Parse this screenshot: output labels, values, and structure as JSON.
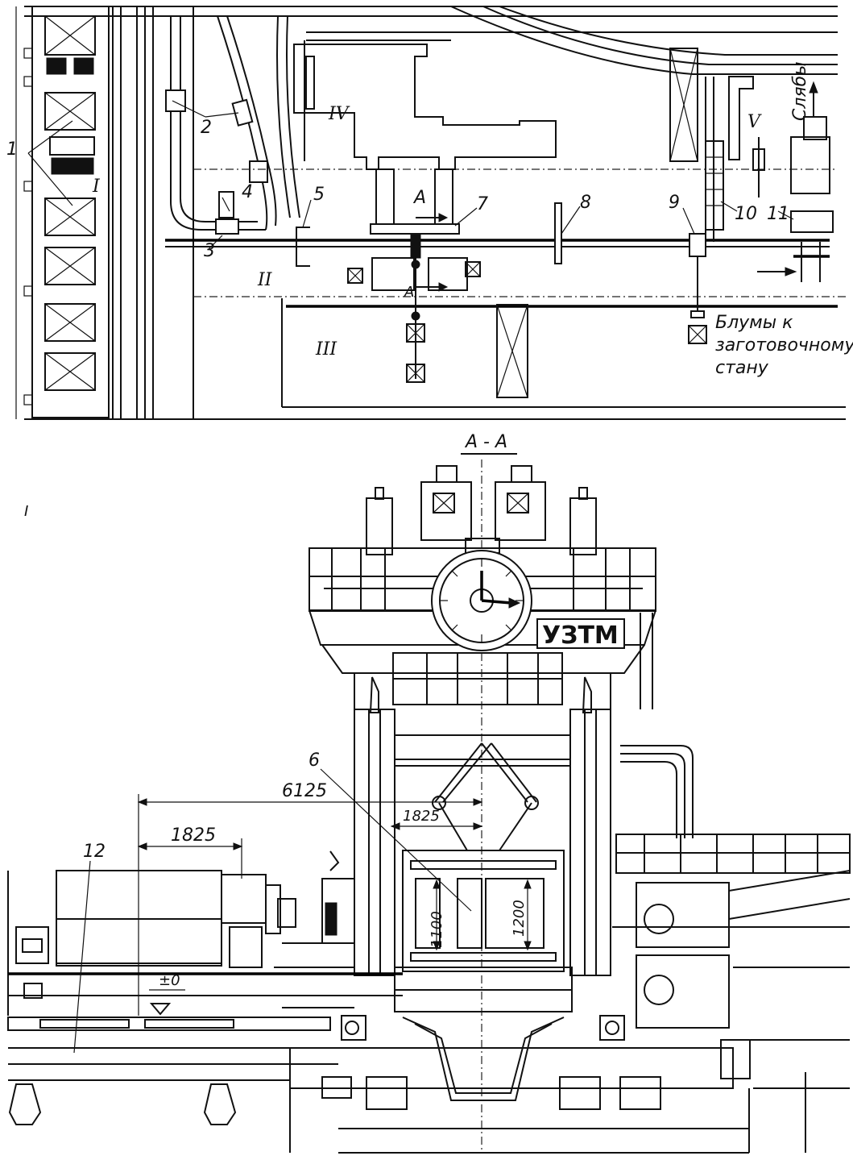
{
  "plan": {
    "callouts": [
      "1",
      "2",
      "3",
      "4",
      "5",
      "7",
      "8",
      "9",
      "10",
      "11"
    ],
    "zones": [
      "I",
      "II",
      "III",
      "IV",
      "V"
    ],
    "section_mark": "A",
    "slabs_label": "Слябы",
    "blooms_note": [
      "Блумы к",
      "заготовочному",
      "стану"
    ]
  },
  "section": {
    "title": "A - A",
    "corner_mark": "I",
    "brand": "УЗТМ",
    "callouts": [
      "6",
      "12"
    ],
    "dimensions": {
      "d6125": "6125",
      "d1825a": "1825",
      "d1825b": "1825",
      "d1100": "1100",
      "d1200": "1200"
    },
    "level_mark": "±0"
  }
}
